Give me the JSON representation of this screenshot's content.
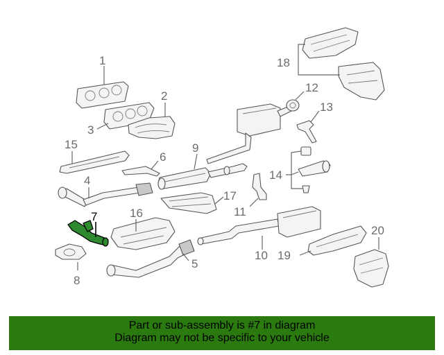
{
  "diagram": {
    "highlighted_part": "7",
    "callouts": [
      "1",
      "2",
      "3",
      "4",
      "5",
      "6",
      "7",
      "8",
      "9",
      "10",
      "11",
      "12",
      "13",
      "14",
      "15",
      "16",
      "17",
      "18",
      "19",
      "20"
    ]
  },
  "banner": {
    "line1": "Part or sub-assembly is #7 in diagram",
    "line2": "Diagram may not be specific to your vehicle"
  },
  "colors": {
    "banner_background": "#2a7a10",
    "highlight": "#2f8a2f"
  }
}
